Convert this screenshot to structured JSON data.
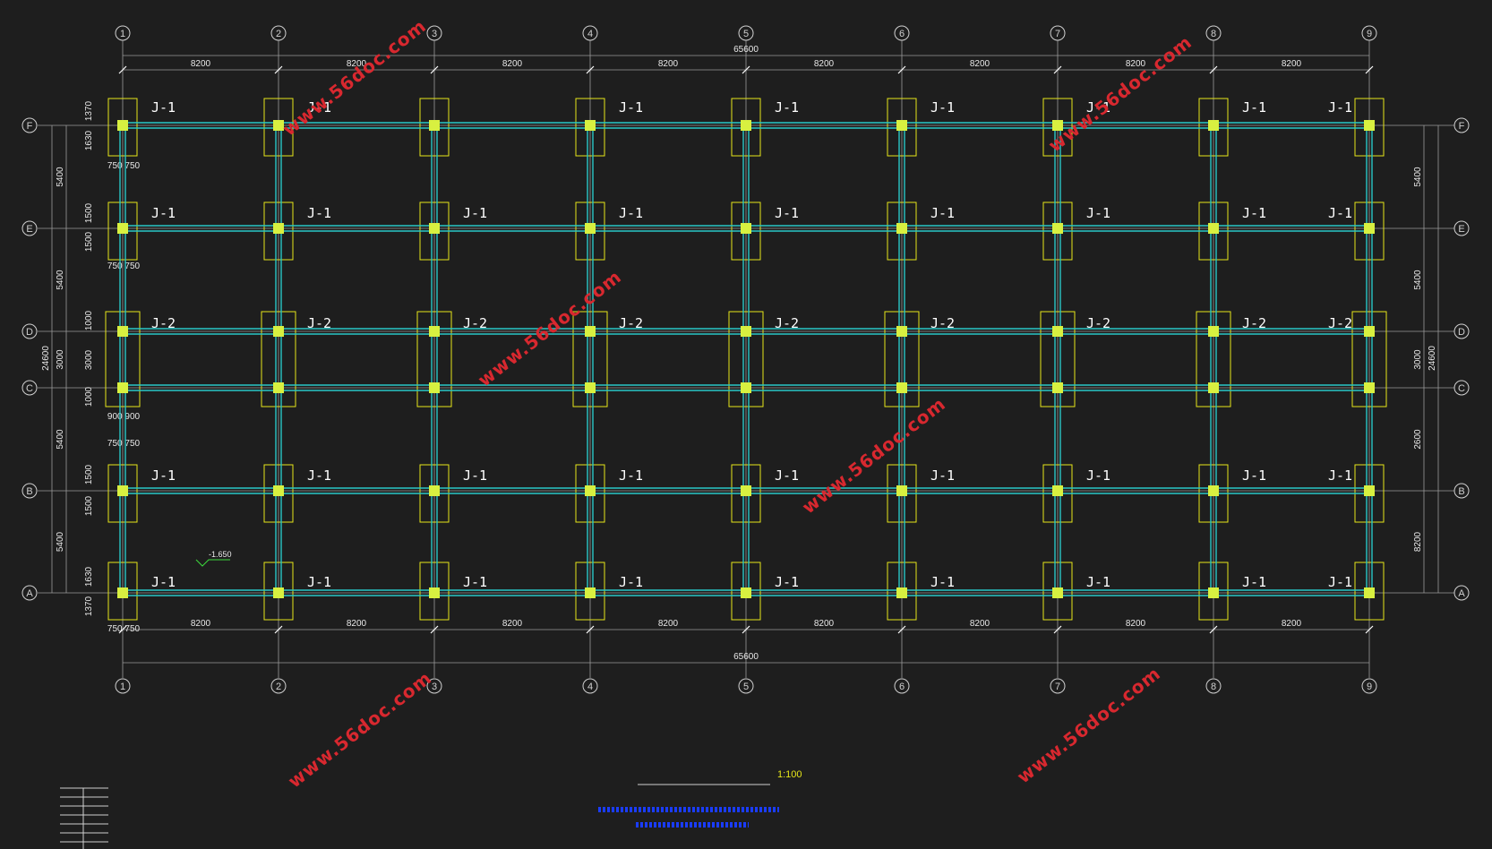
{
  "plan": {
    "overall_dim": "65600",
    "overall_dim_vertical": "24600",
    "bay_dim": "8200",
    "columns": [
      "1",
      "2",
      "3",
      "4",
      "5",
      "6",
      "7",
      "8",
      "9"
    ],
    "rows": [
      "F",
      "E",
      "D",
      "C",
      "B",
      "A"
    ],
    "left_dims": [
      "5400",
      "5400",
      "3000",
      "5400",
      "5400"
    ],
    "right_dims": [
      "5400",
      "5400",
      "3000",
      "2600",
      "8200"
    ],
    "edge_dims_f": [
      "1370",
      "1630"
    ],
    "edge_dims_e": [
      "1500",
      "1500"
    ],
    "edge_dims_dc": [
      "1000",
      "3000",
      "1000"
    ],
    "edge_dims_b": [
      "1500",
      "1500"
    ],
    "edge_dims_a": [
      "1630",
      "1370"
    ],
    "width_750": "750 750",
    "width_900": "900 900",
    "foundation_labels": {
      "F": [
        "J-1",
        "J-1",
        "",
        "J-1",
        "J-1",
        "J-1",
        "J-1",
        "J-1",
        "J-1"
      ],
      "F_last": "J-1",
      "E": [
        "J-1",
        "J-1",
        "J-1",
        "J-1",
        "J-1",
        "J-1",
        "J-1",
        "J-1",
        "J-1"
      ],
      "D": [
        "J-2",
        "J-2",
        "J-2",
        "J-2",
        "J-2",
        "J-2",
        "J-2",
        "J-2",
        "J-2"
      ],
      "B": [
        "J-1",
        "J-1",
        "J-1",
        "J-1",
        "J-1",
        "J-1",
        "J-1",
        "J-1",
        "J-1"
      ],
      "A": [
        "J-1",
        "J-1",
        "J-1",
        "J-1",
        "J-1",
        "J-1",
        "J-1",
        "J-1",
        "J-1"
      ]
    },
    "elevation": "-1.650",
    "scale": "1:100"
  },
  "watermark": "www.56doc.com",
  "colors": {
    "background": "#1e1e1e",
    "grid": "#9a9a9a",
    "beam": "#29c7c7",
    "footing": "#e6e619",
    "column": "#d8f040",
    "note": "#1a3cff",
    "watermark": "#d8282f"
  }
}
